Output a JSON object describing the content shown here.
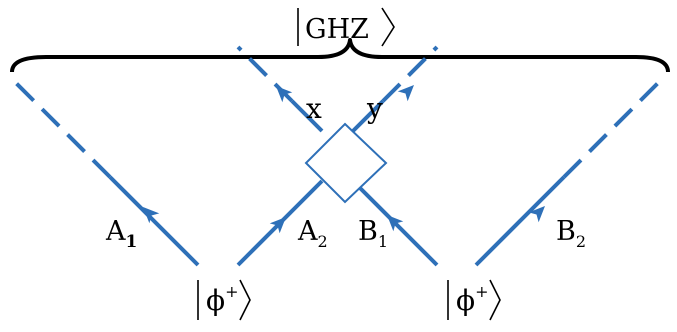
{
  "colors": {
    "beam": "#2e70b8",
    "text": "#000000",
    "brace": "#000000"
  },
  "state_labels": {
    "ghz": "GHZ",
    "phi_left": "ϕ",
    "phi_left_sup": "+",
    "phi_right": "ϕ",
    "phi_right_sup": "+"
  },
  "mode_labels": {
    "a1_letter": "A",
    "a1_sub": "1",
    "a2_letter": "A",
    "a2_sub": "2",
    "b1_letter": "B",
    "b1_sub": "1",
    "b2_letter": "B",
    "b2_sub": "2",
    "x": "x",
    "y": "y"
  },
  "icons": [
    "polarizing-beam-splitter",
    "brace",
    "arrowhead"
  ]
}
